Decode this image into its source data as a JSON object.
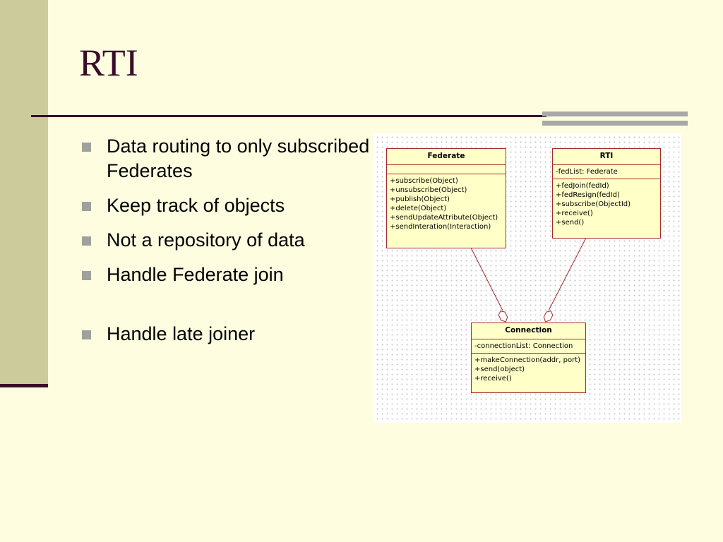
{
  "slide": {
    "title": "RTI",
    "bullets": [
      "Data routing to only subscribed Federates",
      "Keep track of objects",
      "Not a repository of data",
      "Handle Federate join",
      "Handle late joiner"
    ]
  },
  "diagram": {
    "classes": {
      "federate": {
        "name": "Federate",
        "attributes": [],
        "operations": [
          "+subscribe(Object)",
          "+unsubscribe(Object)",
          "+publish(Object)",
          "+delete(Object)",
          "+sendUpdateAttribute(Object)",
          "+sendInteration(Interaction)"
        ]
      },
      "rti": {
        "name": "RTI",
        "attributes": [
          "-fedList: Federate"
        ],
        "operations": [
          "+fedJoin(fedId)",
          "+fedResign(fedId)",
          "+subscribe(ObjectId)",
          "+receive()",
          "+send()"
        ]
      },
      "connection": {
        "name": "Connection",
        "attributes": [
          "-connectionList: Connection"
        ],
        "operations": [
          "+makeConnection(addr, port)",
          "+send(object)",
          "+receive()"
        ]
      }
    },
    "colors": {
      "class_fill": "#FFFFC8",
      "class_border": "#A52A2A",
      "link": "#A52A2A"
    }
  }
}
